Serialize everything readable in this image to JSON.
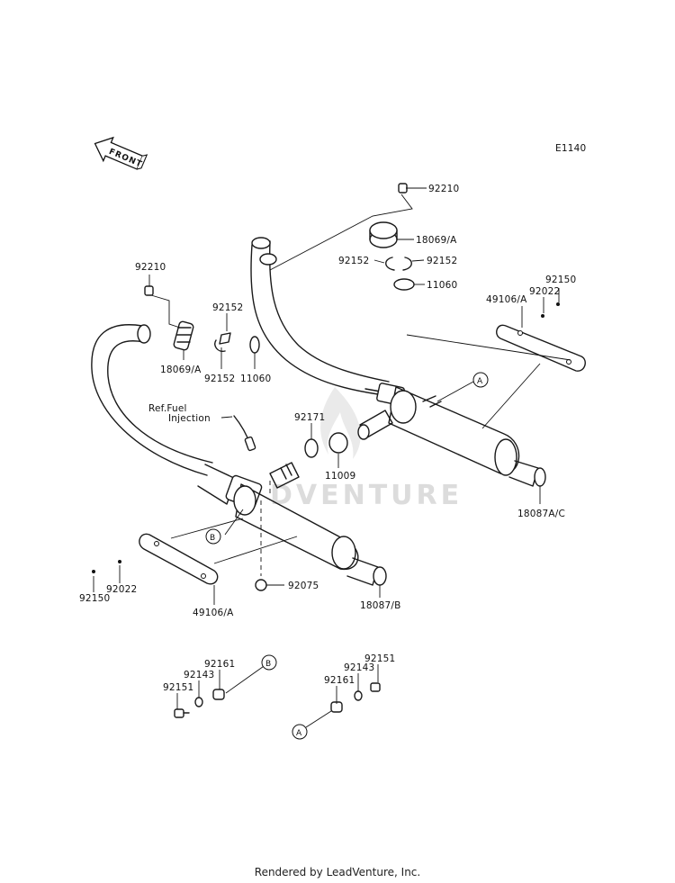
{
  "diagram_code": "E1140",
  "front_label": "FRONT",
  "watermark_text": "DVENTURE",
  "footer": "Rendered by LeadVenture, Inc.",
  "ref_note": {
    "line1": "Ref.Fuel",
    "line2": "Injection"
  },
  "callout_letters": {
    "a": "A",
    "b": "B"
  },
  "part_labels": {
    "nut_92210_right": "92210",
    "gasket_18069a_right": "18069/A",
    "clip_92152_right_left": "92152",
    "clip_92152_right_right": "92152",
    "ring_11060_right": "11060",
    "cover_49106a_right": "49106/A",
    "washer_92022_right": "92022",
    "screw_92150_right": "92150",
    "muffler_18087ac": "18087A/C",
    "nut_92210_left": "92210",
    "gasket_18069a_left": "18069/A",
    "clip_92152_left_top": "92152",
    "clip_92152_left_bottom": "92152",
    "ring_11060_left": "11060",
    "clamp_92171": "92171",
    "pipe_11009": "11009",
    "screw_92150_left": "92150",
    "washer_92022_left": "92022",
    "cover_49106a_left": "49106/A",
    "muffler_18087b": "18087/B",
    "damper_92075": "92075",
    "nut_92161_b": "92161",
    "washer_92143_b": "92143",
    "bolt_92151_b": "92151",
    "bolt_92151_a": "92151",
    "washer_92143_a": "92143",
    "nut_92161_a": "92161"
  }
}
